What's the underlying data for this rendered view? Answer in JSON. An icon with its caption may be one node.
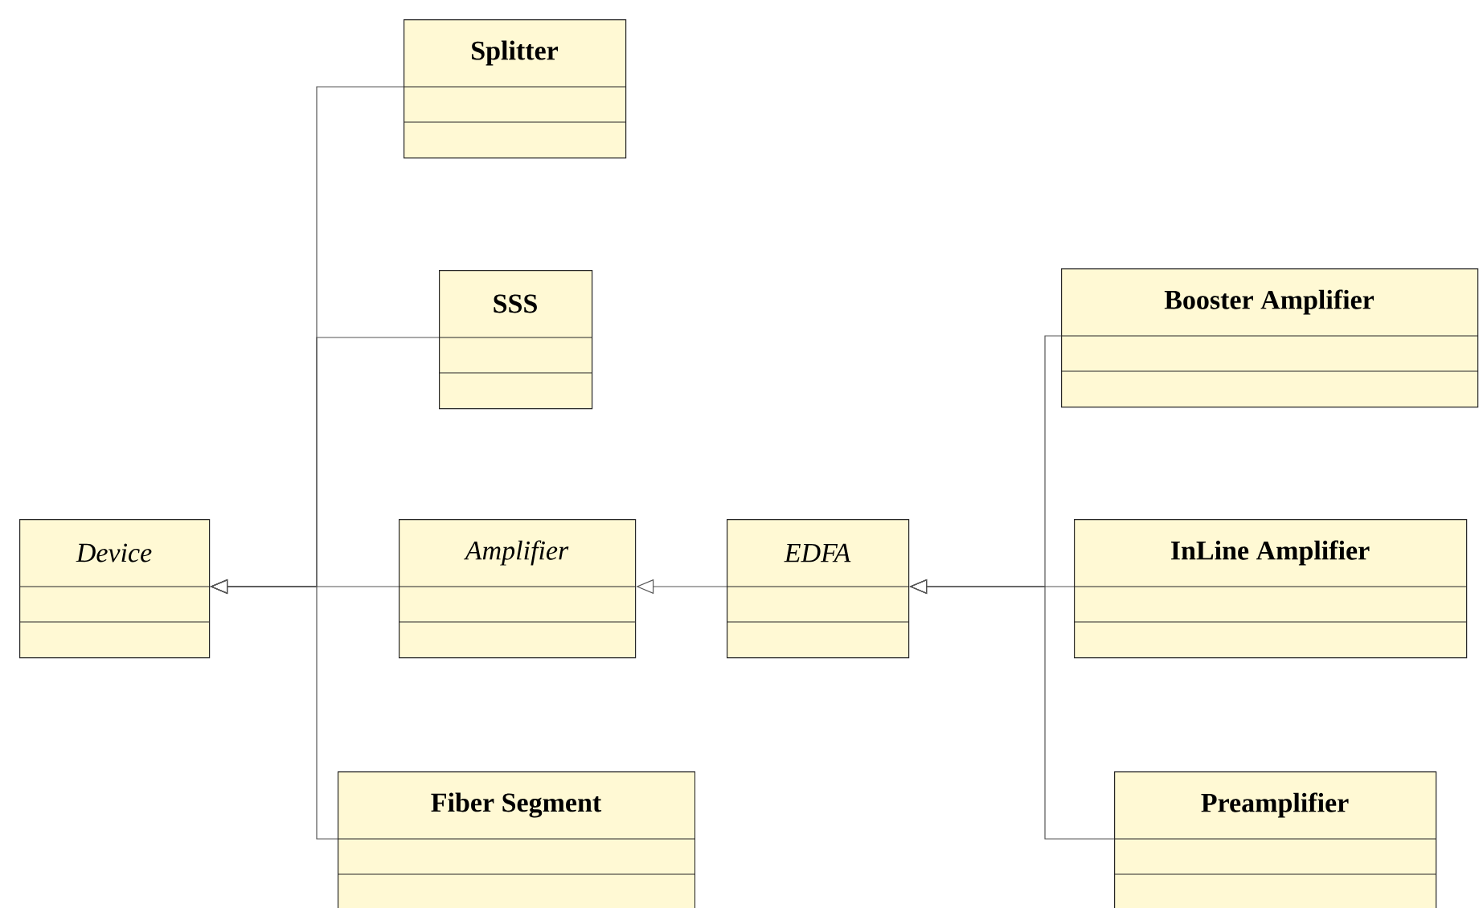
{
  "diagram": {
    "nodes": [
      {
        "text": [
          "Splitter"
        ]
      },
      {
        "text": [
          "SSS"
        ]
      },
      {
        "text": [
          "Booster Amplifier"
        ]
      },
      {
        "text": [
          "Device"
        ]
      },
      {
        "text": [
          "Amplifier"
        ]
      },
      {
        "text": [
          "EDFA"
        ]
      },
      {
        "text": [
          "InLine Amplifier"
        ]
      },
      {
        "text": [
          "Fiber Segment"
        ]
      },
      {
        "text": [
          "Preamplifier"
        ]
      }
    ],
    "edges": [
      {
        "from": 0,
        "to": 3,
        "arrow": "to"
      },
      {
        "from": 1,
        "to": 3,
        "arrow": "to"
      },
      {
        "from": 4,
        "to": 3,
        "arrow": "to"
      },
      {
        "from": 7,
        "to": 3,
        "arrow": "to"
      },
      {
        "from": 5,
        "to": 4,
        "arrow": "to"
      },
      {
        "from": 2,
        "to": 5,
        "arrow": "to"
      },
      {
        "from": 6,
        "to": 5,
        "arrow": "to"
      },
      {
        "from": 8,
        "to": 5,
        "arrow": "to"
      }
    ]
  }
}
